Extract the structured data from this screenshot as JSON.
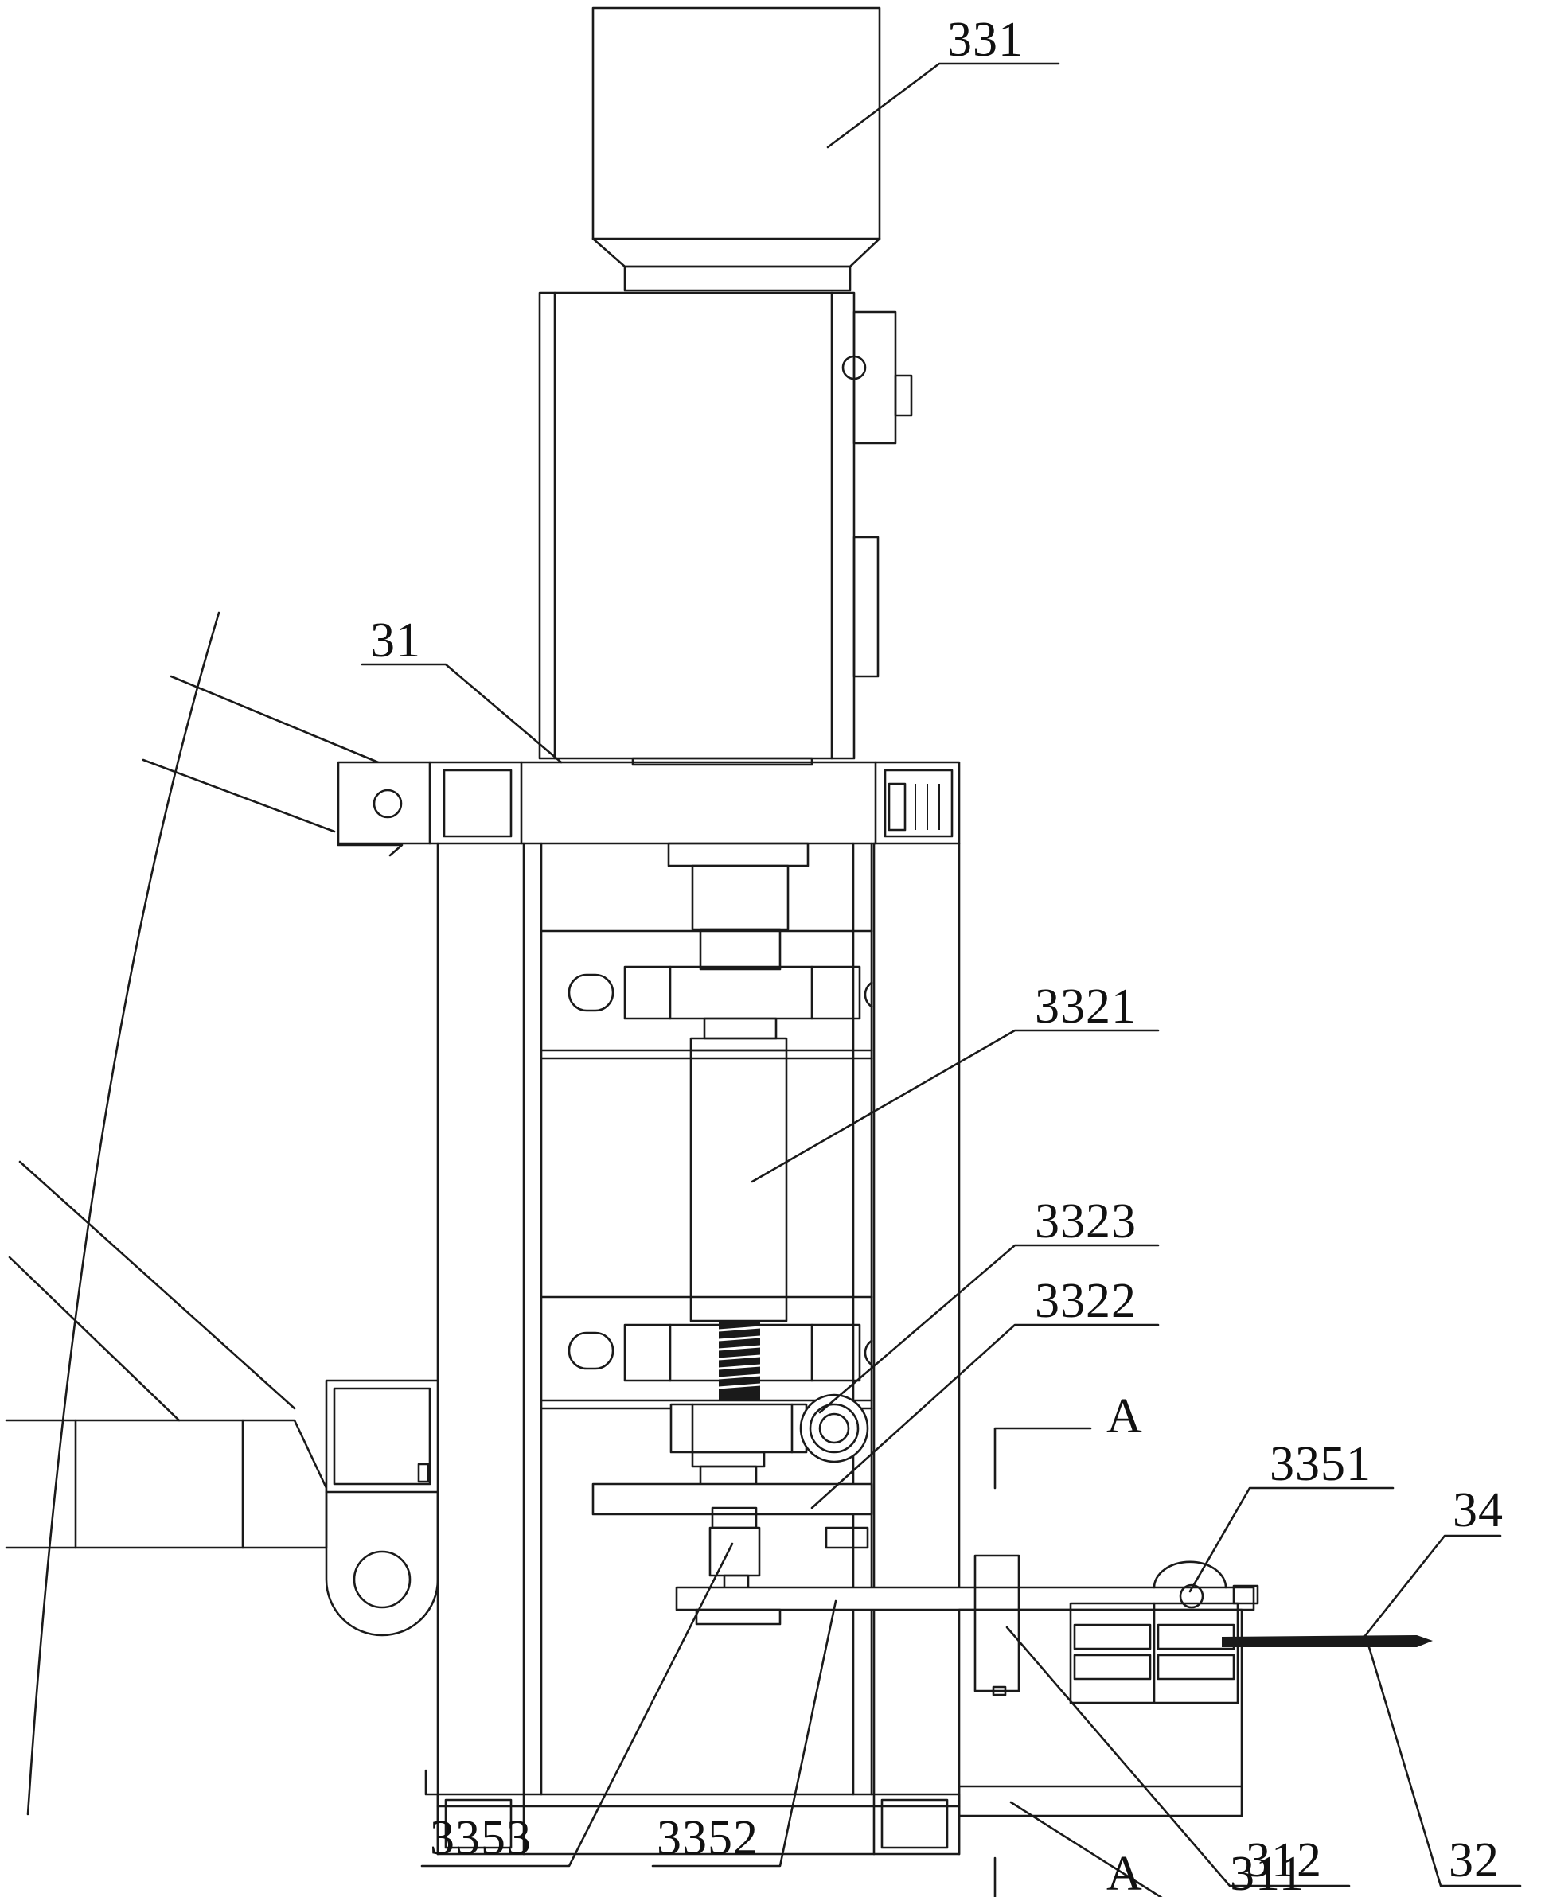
{
  "labels": {
    "l331": "331",
    "l31": "31",
    "l3321": "3321",
    "l3323": "3323",
    "l3322": "3322",
    "lA1": "A",
    "l3351": "3351",
    "l34": "34",
    "l32": "32",
    "l312": "312",
    "l3353": "3353",
    "l3352": "3352",
    "lA2": "A",
    "l311": "311"
  },
  "colors": {
    "line": "#1a1a1a",
    "background": "#ffffff"
  }
}
